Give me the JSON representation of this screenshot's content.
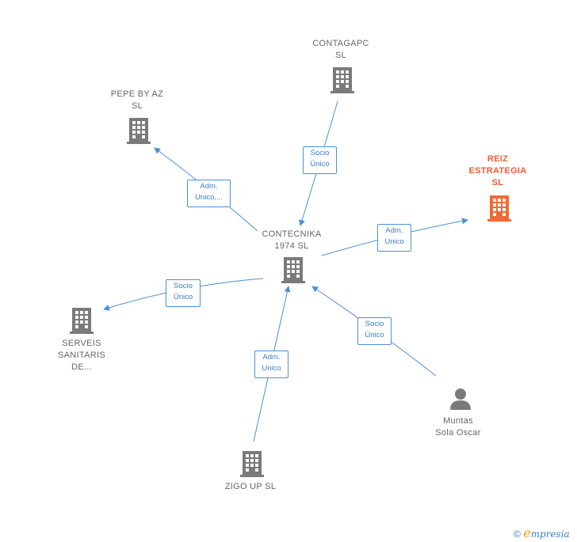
{
  "nodes": {
    "center": {
      "label": "CONTECNIKA\n1974  SL",
      "icon": "building-icon",
      "color": "#7a7a7a"
    },
    "contagapc": {
      "label": "CONTAGAPC\nSL",
      "icon": "building-icon",
      "color": "#7a7a7a"
    },
    "pepe": {
      "label": "PEPE BY AZ\nSL",
      "icon": "building-icon",
      "color": "#7a7a7a"
    },
    "reiz": {
      "label": "REIZ\nESTRATEGIA\nSL",
      "icon": "building-icon",
      "color": "#f06a35"
    },
    "serveis": {
      "label": "SERVEIS\nSANITARIS\nDE...",
      "icon": "building-icon",
      "color": "#7a7a7a"
    },
    "zigo": {
      "label": "ZIGO UP  SL",
      "icon": "building-icon",
      "color": "#7a7a7a"
    },
    "muntas": {
      "label": "Muntas\nSola Oscar",
      "icon": "person-icon",
      "color": "#7a7a7a"
    }
  },
  "edges": {
    "contagapc": "Socio\nÚnico",
    "pepe": "Adm.\nUnico,...",
    "reiz": "Adm.\nUnico",
    "serveis": "Socio\nÚnico",
    "zigo": "Adm.\nUnico",
    "muntas": "Socio\nÚnico"
  },
  "colors": {
    "edge": "#4a90d9"
  },
  "footer": {
    "copyright": "©",
    "brand": "mpresia",
    "brand_initial": "e"
  }
}
